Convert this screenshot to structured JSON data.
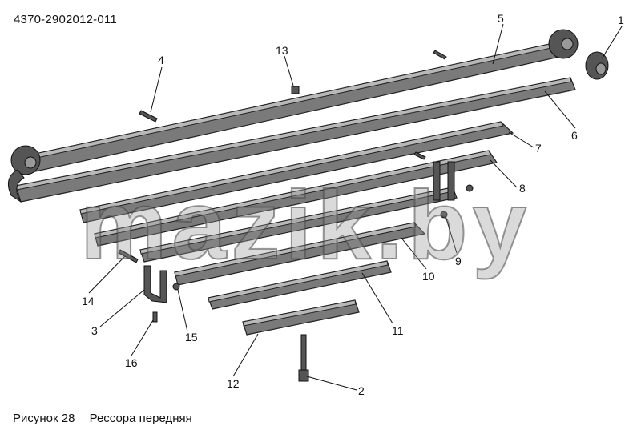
{
  "document": {
    "code": "4370-2902012-011",
    "figure_number": "Рисунок 28",
    "figure_title": "Рессора передняя"
  },
  "watermark": "mazik.by",
  "callouts": [
    "1",
    "2",
    "3",
    "4",
    "5",
    "6",
    "7",
    "8",
    "9",
    "10",
    "11",
    "12",
    "13",
    "14",
    "15",
    "16"
  ]
}
